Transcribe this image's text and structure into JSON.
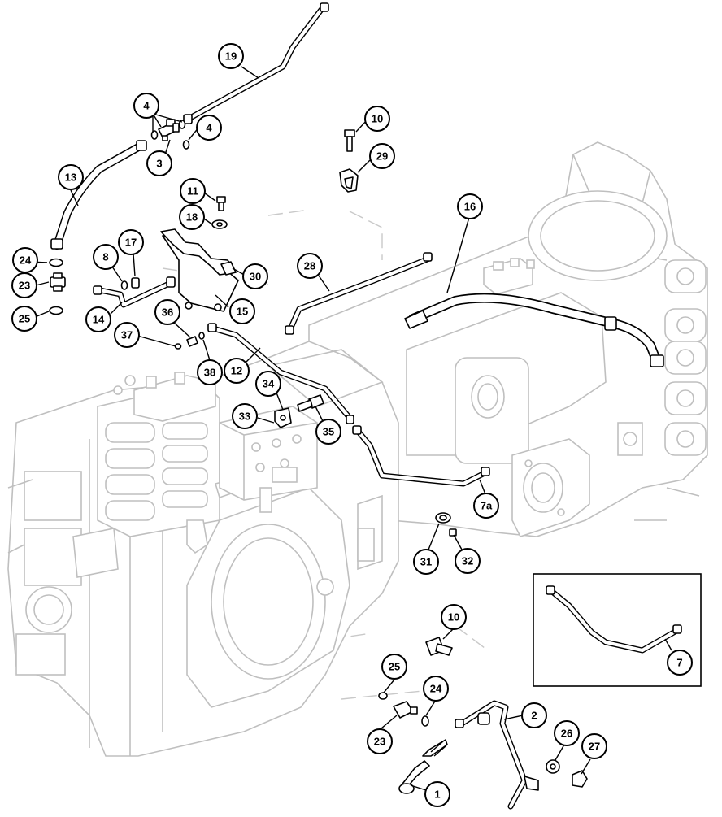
{
  "diagram": {
    "callouts": [
      {
        "id": "c19",
        "label": "19"
      },
      {
        "id": "c4a",
        "label": "4"
      },
      {
        "id": "c4b",
        "label": "4"
      },
      {
        "id": "c3",
        "label": "3"
      },
      {
        "id": "c10a",
        "label": "10"
      },
      {
        "id": "c29",
        "label": "29"
      },
      {
        "id": "c13",
        "label": "13"
      },
      {
        "id": "c11",
        "label": "11"
      },
      {
        "id": "c18",
        "label": "18"
      },
      {
        "id": "c16",
        "label": "16"
      },
      {
        "id": "c24a",
        "label": "24"
      },
      {
        "id": "c17",
        "label": "17"
      },
      {
        "id": "c8",
        "label": "8"
      },
      {
        "id": "c28",
        "label": "28"
      },
      {
        "id": "c30",
        "label": "30"
      },
      {
        "id": "c23a",
        "label": "23"
      },
      {
        "id": "c25a",
        "label": "25"
      },
      {
        "id": "c14",
        "label": "14"
      },
      {
        "id": "c15",
        "label": "15"
      },
      {
        "id": "c36",
        "label": "36"
      },
      {
        "id": "c37",
        "label": "37"
      },
      {
        "id": "c38",
        "label": "38"
      },
      {
        "id": "c12",
        "label": "12"
      },
      {
        "id": "c34",
        "label": "34"
      },
      {
        "id": "c33",
        "label": "33"
      },
      {
        "id": "c35",
        "label": "35"
      },
      {
        "id": "c7a",
        "label": "7a"
      },
      {
        "id": "c31",
        "label": "31"
      },
      {
        "id": "c32",
        "label": "32"
      },
      {
        "id": "c10b",
        "label": "10"
      },
      {
        "id": "c7",
        "label": "7"
      },
      {
        "id": "c25b",
        "label": "25"
      },
      {
        "id": "c24b",
        "label": "24"
      },
      {
        "id": "c2",
        "label": "2"
      },
      {
        "id": "c23b",
        "label": "23"
      },
      {
        "id": "c26",
        "label": "26"
      },
      {
        "id": "c27",
        "label": "27"
      },
      {
        "id": "c1",
        "label": "1"
      }
    ]
  }
}
